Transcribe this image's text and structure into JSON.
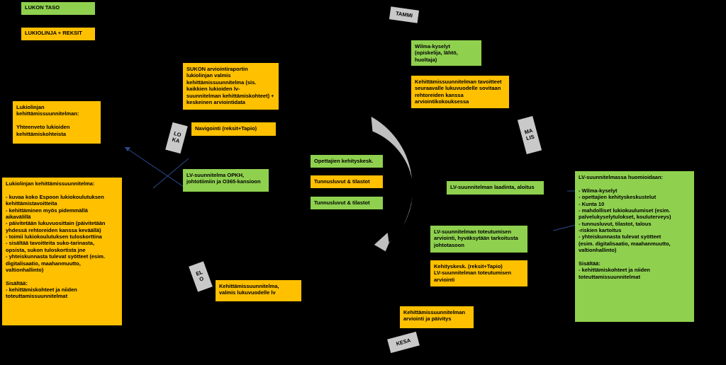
{
  "legend": {
    "level": "LUKON TASO",
    "line": "LUKIOLINJA   + REKSIT"
  },
  "seasons": {
    "tammi": "TAMMI",
    "loka": "LO\nKA",
    "malis": "MA\nLIS",
    "elo": "EL\nO",
    "kesa": "KESA"
  },
  "boxes": {
    "wilma_kyselyt": "Wilma-kyselyt\n(opiskelija, lähtö,\nhuoltaja)",
    "tavoitteet": "Kehittämissuunnitelman tavoitteet\nseuraavalle lukuvuodelle sovitaan\nrehtoreiden kanssa\narviointikokouksessa",
    "sukon": "SUKON arviointiraportin\nlukiolinjan valmis\nkehittämissuunnitelma (sis.\nkaikkien lukioiden lv-\nsuunnitelman kehittämiskohteet) +\nkeskeinen arviointidata",
    "navigointi": "Navigointi (reksit+Tapio)",
    "lv_opkh": "LV-suunnitelma OPKH,\njohtotiimiin ja O365-kansioon",
    "lukiolinjan_kooste": "Lukiolinjan\nkehittämissuunnitelman:\n\nYhteenveto lukioiden\nkehittämiskohteista",
    "lukiolinjan_main": "Lukiolinjan  kehittämissuunnitelma:\n\n- kuvaa koko Espoon lukiokoulutuksen\nkehittämistavoitteita\n- kehittäminen myös pidemmällä\naikavälillä\n- päivitetään lukuvuosittain (päivitetään\nyhdessä rehtoreiden kanssa keväällä)\n- toimii lukiokoulutuksen tuloskorttina\n- sisältää tavoitteita suko-tarinasta,\nopsista, sukon tuloskortista jne\n- yhteiskunnasta tulevat syötteet (esim.\ndigitalisaatio, maahanmuutto,\nvaltionhallinto)\n\nSisältää:\n- kehittämiskohteet ja niiden\ntoteuttamissuunnitelmat",
    "opettajien_kehityskesk": "Opettajien kehityskesk.",
    "tunnusluvut1": "Tunnusluvut & tilastot",
    "tunnusluvut2": "Tunnusluvut & tilastot",
    "lv_laadinta": "LV-suunnitelman laadinta, aloitus",
    "lv_toteutuminen": "LV-suunnitelman toteutumisen\narviointi, hyväksytään tarkoitusta\njohtotasoon",
    "kehityskesk_arviointi": "Kehityskesk. (reksit+Tapio)\nLV-suunnitelman toteutumisen\narviointi",
    "kehittamis_arviointi_paivitys": "Kehittämissuunnitelman\narviointi ja päivitys",
    "kehittamis_valmis": "Kehittämissuunnitelma,\nvalmis lukuvuodelle lv",
    "lv_huomioidaan": "LV-suunnitelmassa huomioidaan:\n\n- Wilma-kyselyt\n- opettajien kehityskeskustelut\n- Kunta 10\n- mahdolliset lukiokuulumiset (esim.\npalvelukyselytulokset, kouluterveys)\n- tunnusluvut, tilastot, talous\n-riskien kartoitus\n- yhteiskunnasta tulevat syötteet\n(esim. digitalisaatio, maahanmuutto,\nvaltionhallinto)\n\nSisältää:\n- kehittämiskohteet ja niiden\ntoteuttamissuunnitelmat"
  },
  "colors": {
    "green": "#8fd14f",
    "orange": "#ffc000",
    "tag": "#c9c9c9",
    "arc": "#c0c0c0",
    "line": "#2c4a8c"
  }
}
